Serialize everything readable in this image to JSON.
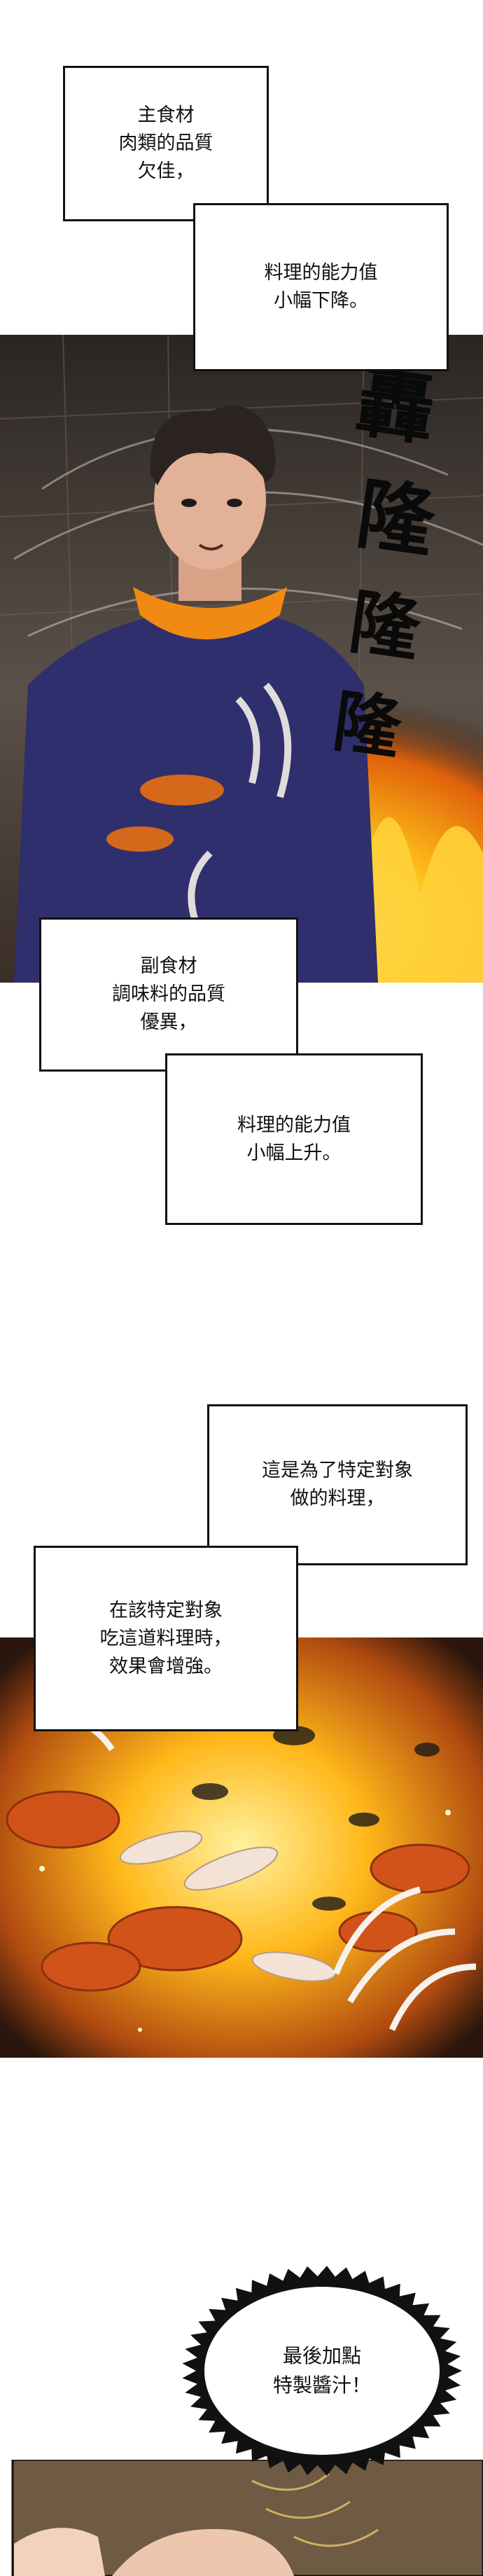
{
  "captions": {
    "c1_lines": [
      "主食材",
      "肉類的品質",
      "欠佳，"
    ],
    "c2_lines": [
      "料理的能力值",
      "小幅下降。"
    ],
    "c3_lines": [
      "副食材",
      "調味料的品質",
      "優異，"
    ],
    "c4_lines": [
      "料理的能力值",
      "小幅上升。"
    ],
    "c5_lines": [
      "這是為了特定對象",
      "做的料理，"
    ],
    "c6_lines": [
      "在該特定對象",
      "吃這道料理時，",
      "效果會增強。"
    ]
  },
  "sfx": {
    "text": "轟隆隆隆"
  },
  "burst": {
    "lines": [
      "最後加點",
      "特製醬汁！"
    ]
  },
  "colors": {
    "uniform": "#2e2f6c",
    "collar": "#f08a12",
    "fire": "#ffc21a",
    "kitchen": "#5a5149",
    "panel_border": "#111111"
  }
}
